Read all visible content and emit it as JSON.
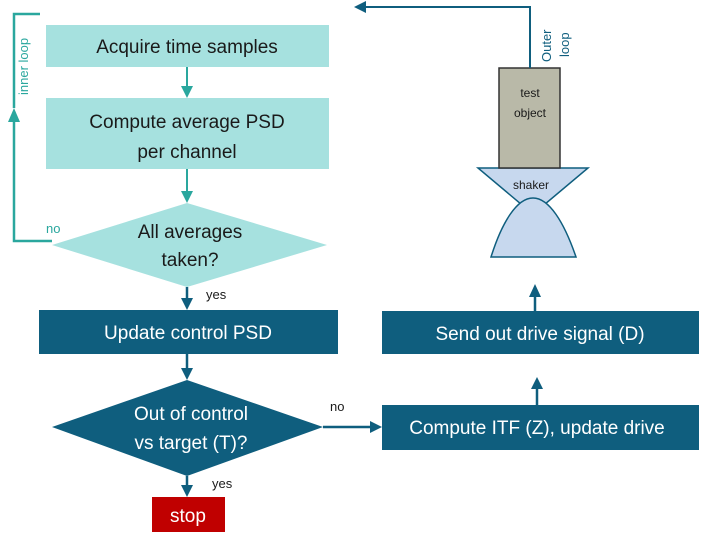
{
  "boxes": {
    "acquire": "Acquire time samples",
    "compute_psd_line1": "Compute average PSD",
    "compute_psd_line2": "per channel",
    "update_psd": "Update control PSD",
    "send_drive": "Send out drive signal (D)",
    "compute_itf": "Compute ITF (Z), update drive",
    "stop": "stop"
  },
  "decisions": {
    "averages_line1": "All averages",
    "averages_line2": "taken?",
    "control_line1": "Out of control",
    "control_line2": "vs target (T)?"
  },
  "branch_labels": {
    "averages_no": "no",
    "averages_yes": "yes",
    "control_no": "no",
    "control_yes": "yes"
  },
  "loop_labels": {
    "inner": "inner loop",
    "outer_line1": "Outer",
    "outer_line2": "loop"
  },
  "device": {
    "test_object_line1": "test",
    "test_object_line2": "object",
    "shaker": "shaker"
  },
  "colors": {
    "light_teal": "#a6e1df",
    "dark_teal": "#0f5e7e",
    "inner_loop": "#2aa79e",
    "stop_red": "#c00000",
    "test_object": "#b9b9a8",
    "shaker_blue": "#c7d8ee"
  }
}
